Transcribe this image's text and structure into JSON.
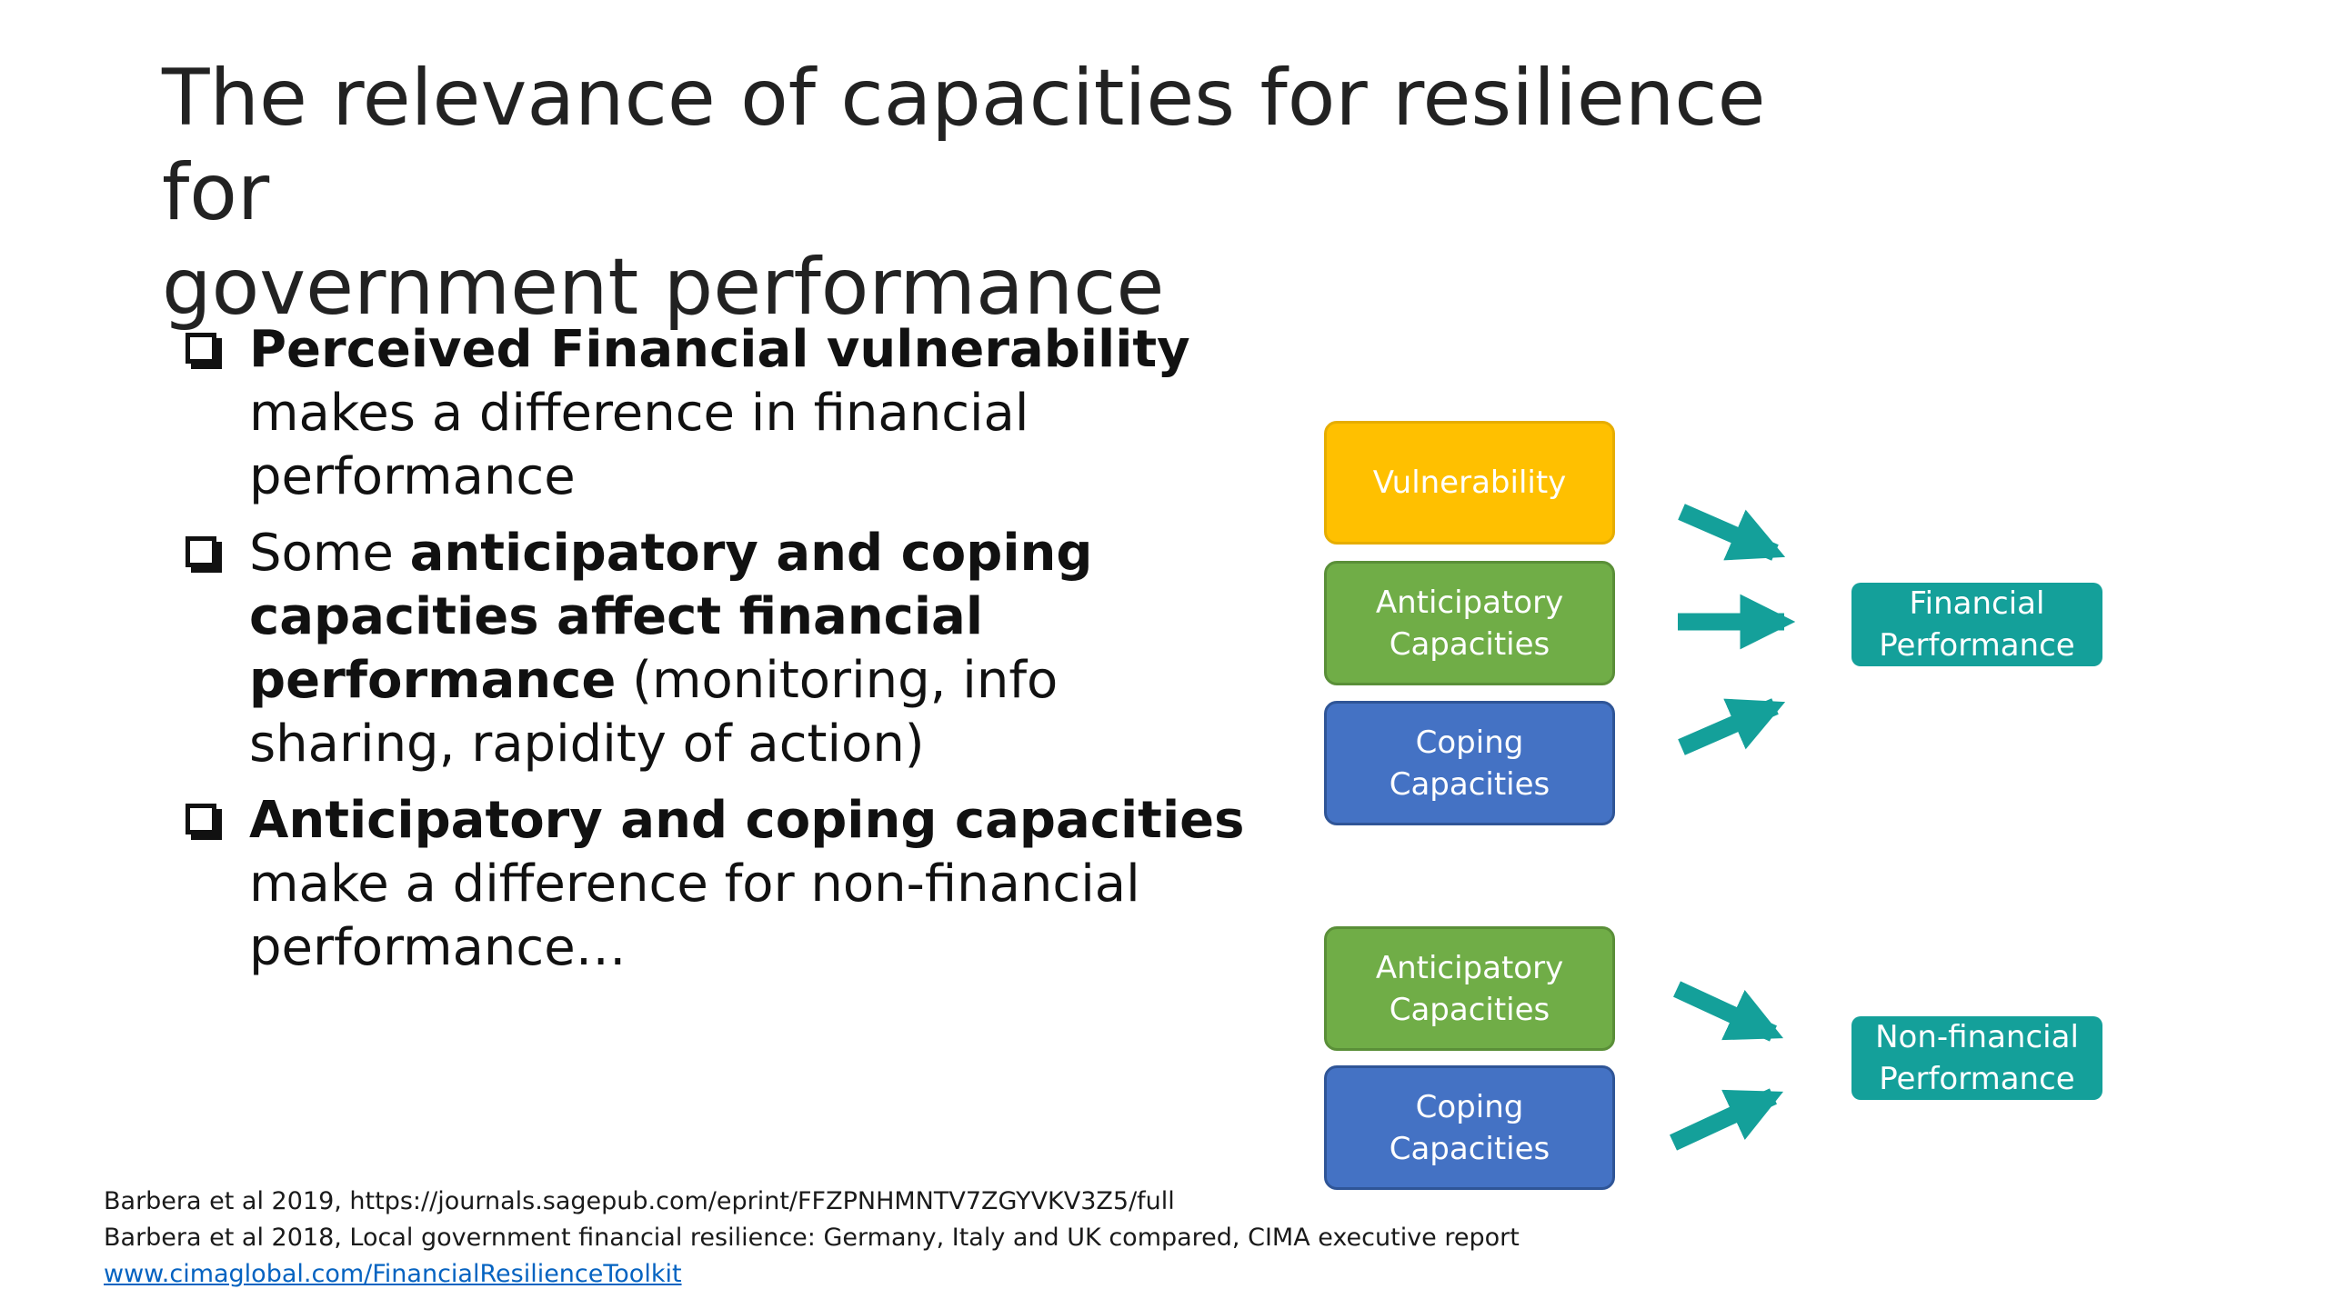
{
  "title": {
    "line1": "The relevance of capacities for resilience for",
    "line2": "government performance"
  },
  "bullets": [
    {
      "bold": "Perceived Financial vulnerability",
      "rest": " makes a difference in financial performance"
    },
    {
      "pre": "Some ",
      "bold": "anticipatory and coping capacities affect financial performance",
      "rest": " (monitoring, info sharing, rapidity of action)"
    },
    {
      "bold": "Anticipatory and coping capacities",
      "rest": " make a difference for non-financial performance…"
    }
  ],
  "diagram": {
    "financial_group": {
      "vulnerability": "Vulnerability",
      "anticipatory_line1": "Anticipatory",
      "anticipatory_line2": "Capacities",
      "coping_line1": "Coping",
      "coping_line2": "Capacities",
      "target_line1": "Financial",
      "target_line2": "Performance"
    },
    "nonfinancial_group": {
      "anticipatory_line1": "Anticipatory",
      "anticipatory_line2": "Capacities",
      "coping_line1": "Coping",
      "coping_line2": "Capacities",
      "target_line1": "Non-financial",
      "target_line2": "Performance"
    }
  },
  "references": {
    "ref1": "Barbera et al 2019, https://journals.sagepub.com/eprint/FFZPNHMNTV7ZGYVKV3Z5/full",
    "ref2": "Barbera et al 2018, Local government financial resilience: Germany, Italy and UK compared, CIMA executive report",
    "link": "www.cimaglobal.com/FinancialResilienceToolkit"
  },
  "colors": {
    "vulnerability": "#ffc000",
    "anticipatory": "#70ad47",
    "coping": "#4472c4",
    "performance": "#14a09a",
    "arrow": "#14a09a",
    "link": "#0563c1"
  }
}
